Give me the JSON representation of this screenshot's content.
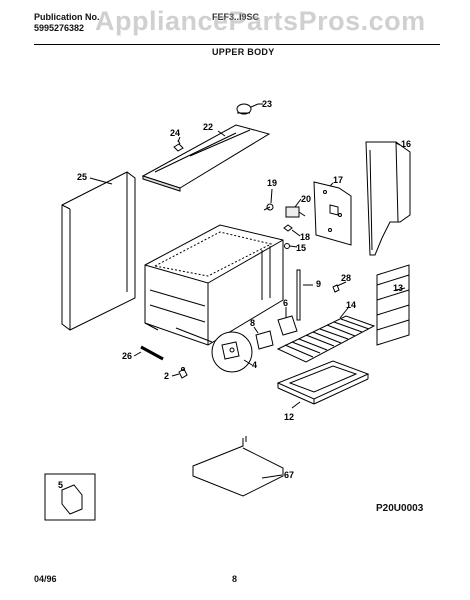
{
  "header": {
    "publication_label": "Publication No.",
    "publication_number": "5995276382",
    "model": "FEF3..I9SC",
    "section_title": "UPPER BODY",
    "watermark": "AppliancePartsPros.com"
  },
  "diagram": {
    "code": "P20U0003",
    "callouts": [
      "23",
      "22",
      "24",
      "16",
      "25",
      "17",
      "19",
      "20",
      "18",
      "15",
      "9",
      "28",
      "13",
      "6",
      "14",
      "8",
      "4",
      "26",
      "2",
      "12",
      "67",
      "5"
    ]
  },
  "footer": {
    "date": "04/96",
    "page": "8"
  }
}
